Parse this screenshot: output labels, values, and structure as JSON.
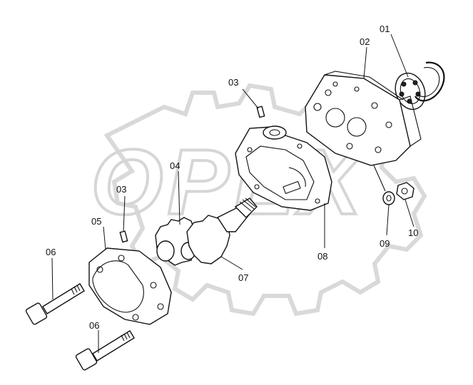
{
  "watermark": {
    "text": "OPEX"
  },
  "corner_mark": "",
  "callouts": [
    {
      "id": "01",
      "label": "01"
    },
    {
      "id": "02",
      "label": "02"
    },
    {
      "id": "03a",
      "label": "03"
    },
    {
      "id": "03b",
      "label": "03"
    },
    {
      "id": "04",
      "label": "04"
    },
    {
      "id": "05",
      "label": "05"
    },
    {
      "id": "06a",
      "label": "06"
    },
    {
      "id": "06b",
      "label": "06"
    },
    {
      "id": "07",
      "label": "07"
    },
    {
      "id": "08",
      "label": "08"
    },
    {
      "id": "09",
      "label": "09"
    },
    {
      "id": "10",
      "label": "10"
    }
  ]
}
